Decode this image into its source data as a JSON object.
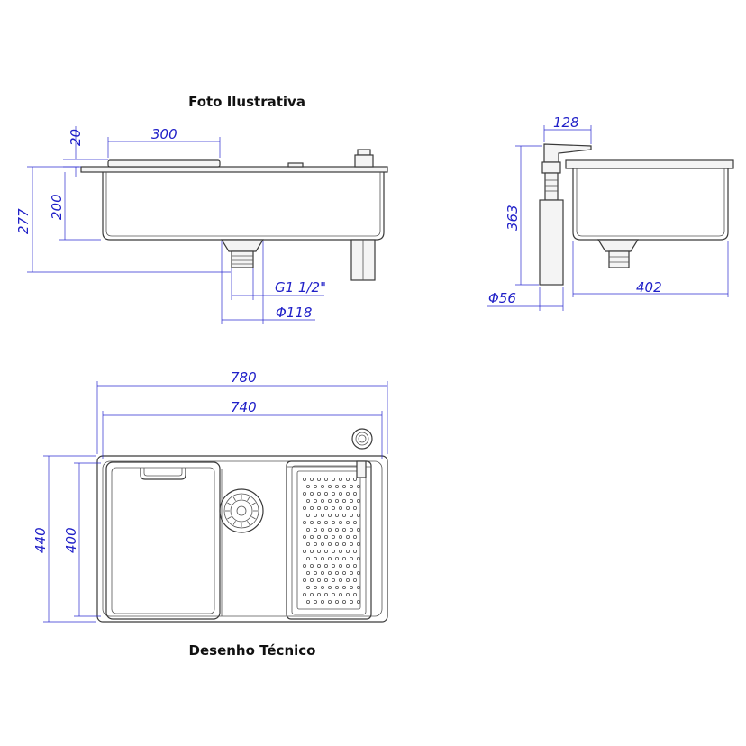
{
  "captions": {
    "top": "Foto Ilustrativa",
    "bottom": "Desenho Técnico"
  },
  "dimensions": {
    "rim_height": "20",
    "board_width": "300",
    "total_height": "277",
    "bowl_depth": "200",
    "drain_thread": "G1 1/2\"",
    "drain_diameter": "Φ118",
    "dispenser_width": "128",
    "dispenser_height": "363",
    "dispenser_diameter": "Φ56",
    "side_width": "402",
    "outer_length": "780",
    "inner_length": "740",
    "outer_width": "440",
    "inner_width": "400"
  },
  "colors": {
    "dimension": "#2020c8",
    "outline": "#3a3a3a"
  }
}
